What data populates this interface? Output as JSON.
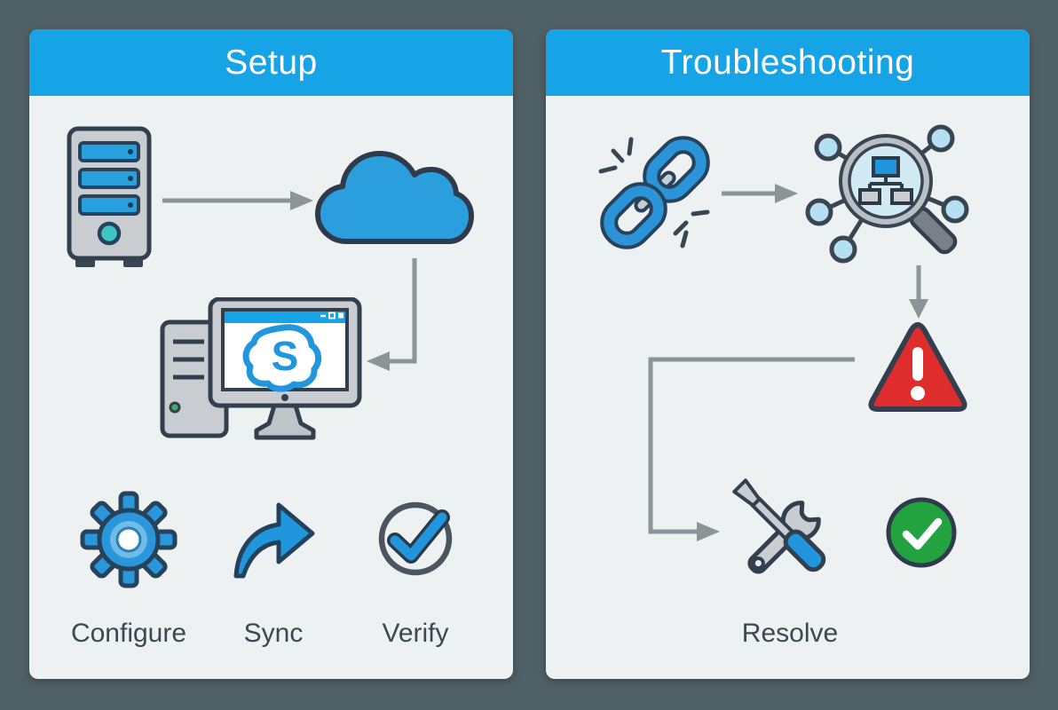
{
  "canvas": {
    "background": "#4f6166"
  },
  "colors": {
    "header_blue": "#17a4e6",
    "panel_background": "#eef1f2",
    "icon_blue": "#2196dc",
    "outline_navy": "#333f4f",
    "arrow_gray": "#8d9397",
    "alert_red": "#df2c2c",
    "success_green": "#23a33f",
    "label_text": "#3e4852"
  },
  "left_panel": {
    "title": "Setup",
    "flow_icons": [
      "server-icon",
      "cloud-icon",
      "skype-desktop-icon"
    ],
    "skype_logo_letter": "S",
    "actions": [
      {
        "icon": "gear-icon",
        "label": "Configure"
      },
      {
        "icon": "sync-arrow-icon",
        "label": "Sync"
      },
      {
        "icon": "verify-check-icon",
        "label": "Verify"
      }
    ]
  },
  "right_panel": {
    "title": "Troubleshooting",
    "flow_icons": [
      "broken-link-icon",
      "network-search-icon",
      "warning-triangle-icon"
    ],
    "actions": [
      {
        "icon": "tools-icon",
        "label": "Resolve"
      },
      {
        "icon": "success-check-icon"
      }
    ]
  }
}
